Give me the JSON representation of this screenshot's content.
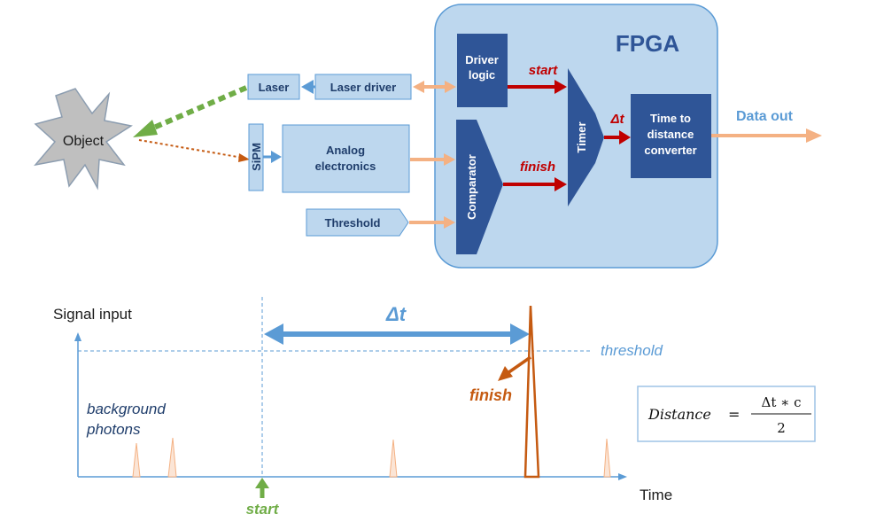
{
  "diagram": {
    "fpga_title": "FPGA",
    "object_label": "Object",
    "laser_label": "Laser",
    "laser_driver_label": "Laser driver",
    "sipm_label": "SiPM",
    "analog_line1": "Analog",
    "analog_line2": "electronics",
    "threshold_block_label": "Threshold",
    "driver_logic_line1": "Driver",
    "driver_logic_line2": "logic",
    "comparator_label": "Comparator",
    "timer_label": "Timer",
    "converter_line1": "Time to",
    "converter_line2": "distance",
    "converter_line3": "converter",
    "start_signal": "start",
    "finish_signal": "finish",
    "delta_t_signal": "Δt",
    "data_out_label": "Data out"
  },
  "timing": {
    "y_axis_label": "Signal input",
    "x_axis_label": "Time",
    "delta_t_label": "Δt",
    "threshold_label": "threshold",
    "background_line1": "background",
    "background_line2": "photons",
    "finish_label": "finish",
    "start_label": "start"
  },
  "formula": {
    "lhs": "Distance",
    "equals": "=",
    "numerator": "Δt ∗ c",
    "denominator": "2"
  },
  "colors": {
    "fpga_bg": "#bdd7ee",
    "block_dark": "#2f5597",
    "block_light": "#bdd7ee",
    "red_arrow": "#c00000",
    "orange_arrow": "#f4b183",
    "blue_arrow": "#5b9bd5",
    "green": "#70ad47",
    "pulse_orange": "#c55a11"
  }
}
